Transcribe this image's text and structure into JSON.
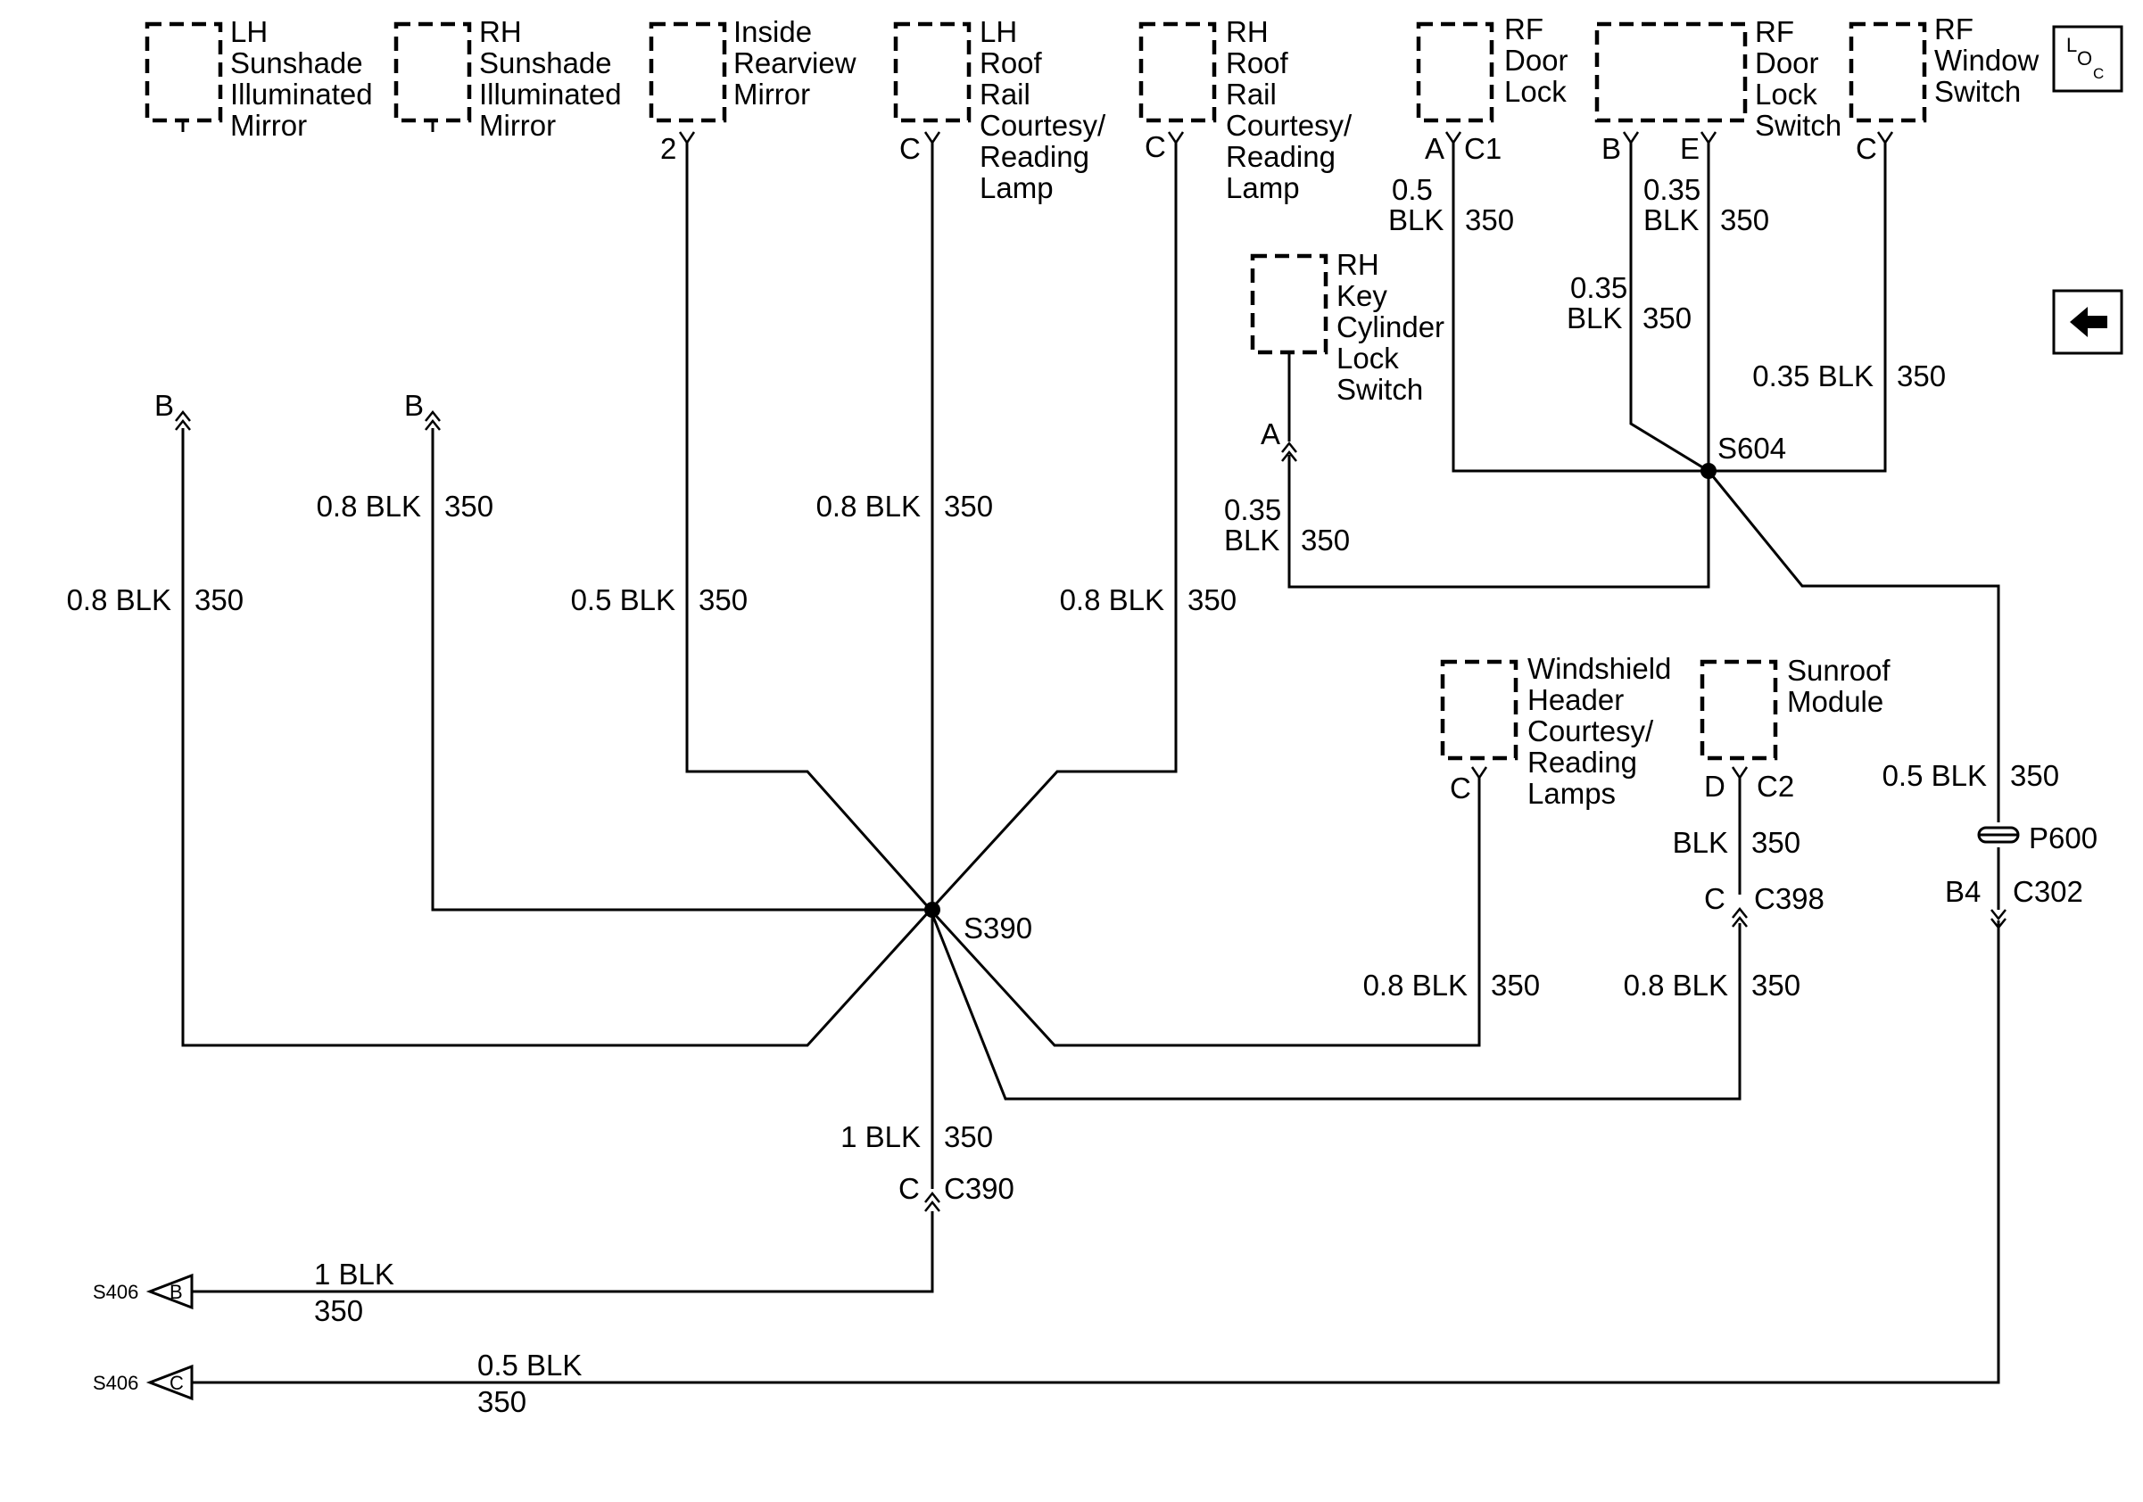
{
  "components": {
    "lh_sunshade": [
      "LH",
      "Sunshade",
      "Illuminated",
      "Mirror"
    ],
    "rh_sunshade": [
      "RH",
      "Sunshade",
      "Illuminated",
      "Mirror"
    ],
    "inside_mirror": [
      "Inside",
      "Rearview",
      "Mirror"
    ],
    "lh_roof_lamp": [
      "LH",
      "Roof",
      "Rail",
      "Courtesy/",
      "Reading",
      "Lamp"
    ],
    "rh_roof_lamp": [
      "RH",
      "Roof",
      "Rail",
      "Courtesy/",
      "Reading",
      "Lamp"
    ],
    "rf_door_lock": [
      "RF",
      "Door",
      "Lock"
    ],
    "rf_door_lock_switch": [
      "RF",
      "Door",
      "Lock",
      "Switch"
    ],
    "rf_window_switch": [
      "RF",
      "Window",
      "Switch"
    ],
    "rh_key_cylinder": [
      "RH",
      "Key",
      "Cylinder",
      "Lock",
      "Switch"
    ],
    "windshield_header": [
      "Windshield",
      "Header",
      "Courtesy/",
      "Reading",
      "Lamps"
    ],
    "sunroof_module": [
      "Sunroof",
      "Module"
    ]
  },
  "pins": {
    "lh_sunshade_top": "B",
    "rh_sunshade_top": "B",
    "inside_mirror": "2",
    "lh_roof_lamp": "C",
    "rh_roof_lamp": "C",
    "rf_door_lock": "A",
    "rf_door_lock_conn": "C1",
    "rf_door_lock_switch_b": "B",
    "rf_door_lock_switch_e": "E",
    "rf_window_switch": "C",
    "rh_key_cylinder": "A",
    "windshield_header": "C",
    "sunroof_module": "D",
    "sunroof_conn": "C2",
    "c398_pin": "C",
    "c398": "C398",
    "c302_pin": "B4",
    "c302": "C302",
    "c390_pin": "C",
    "c390": "C390"
  },
  "wires": {
    "lh_sunshade": {
      "size": "0.8 BLK",
      "circuit": "350"
    },
    "rh_sunshade": {
      "size": "0.8 BLK",
      "circuit": "350"
    },
    "inside_mirror": {
      "size": "0.5 BLK",
      "circuit": "350"
    },
    "lh_roof_lamp": {
      "size": "0.8 BLK",
      "circuit": "350"
    },
    "rh_roof_lamp": {
      "size": "0.8 BLK",
      "circuit": "350"
    },
    "rf_door_lock": {
      "size_a": "0.5",
      "size_b": "BLK",
      "circuit": "350"
    },
    "rf_door_lock_switch_e": {
      "size_a": "0.35",
      "size_b": "BLK",
      "circuit": "350"
    },
    "rf_door_lock_switch_b": {
      "size_a": "0.35",
      "size_b": "BLK",
      "circuit": "350"
    },
    "rf_window_switch": {
      "size": "0.35 BLK",
      "circuit": "350"
    },
    "rh_key_cylinder": {
      "size_a": "0.35",
      "size_b": "BLK",
      "circuit": "350"
    },
    "to_p600": {
      "size": "0.5 BLK",
      "circuit": "350"
    },
    "windshield_header": {
      "size": "0.8 BLK",
      "circuit": "350"
    },
    "sunroof_upper": {
      "size": "BLK",
      "circuit": "350"
    },
    "sunroof_lower": {
      "size": "0.8 BLK",
      "circuit": "350"
    },
    "s390_ground": {
      "size": "1 BLK",
      "circuit": "350"
    },
    "to_s406_b": {
      "size": "1 BLK",
      "circuit": "350"
    },
    "to_s406_c": {
      "size": "0.5 BLK",
      "circuit": "350"
    }
  },
  "splices": {
    "s390": "S390",
    "s604": "S604"
  },
  "passthrough": {
    "p600": "P600"
  },
  "offpage": {
    "s406_b": {
      "ref": "S406",
      "pin": "B"
    },
    "s406_c": {
      "ref": "S406",
      "pin": "C"
    }
  },
  "icons": {
    "loc_icon": {
      "l": "L",
      "o": "O",
      "c": "C"
    },
    "back_icon": "left-arrow"
  }
}
